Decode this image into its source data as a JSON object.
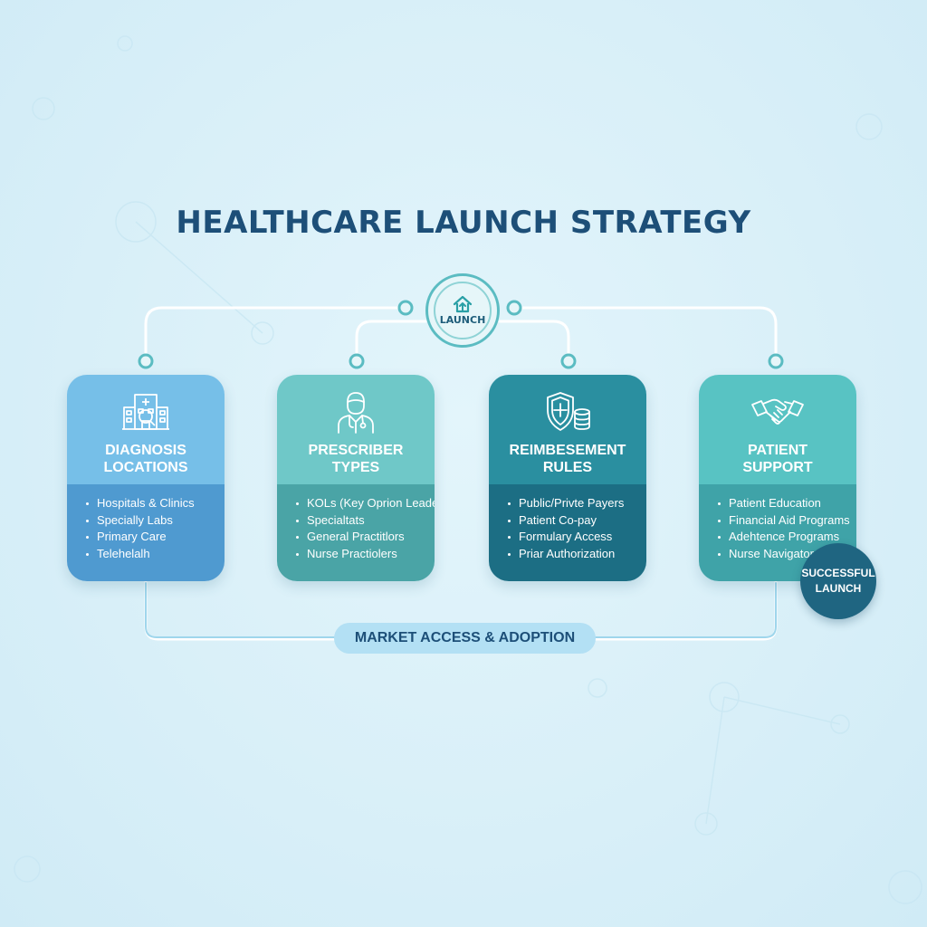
{
  "title": "HEALTHCARE LAUNCH STRATEGY",
  "hub": {
    "label": "LAUNCH",
    "icon": "house-arrow-icon"
  },
  "cards": [
    {
      "title_line1": "DIAGNOSIS",
      "title_line2": "LOCATIONS",
      "icon": "hospital-icon",
      "items": [
        "Hospitals & Clinics",
        "Specially Labs",
        "Primary Care",
        "Telehelalh"
      ]
    },
    {
      "title_line1": "PRESCRIBER",
      "title_line2": "TYPES",
      "icon": "doctor-icon",
      "items": [
        "KOLs (Key Oprion Leaders",
        "Specialtats",
        "General Practitlors",
        "Nurse Practiolers"
      ]
    },
    {
      "title_line1": "REIMBESEMENT",
      "title_line2": "RULES",
      "icon": "shield-coins-icon",
      "items": [
        "Public/Privte Payers",
        "Patient Co-pay",
        "Formulary Access",
        "Priar Authorization"
      ]
    },
    {
      "title_line1": "PATIENT",
      "title_line2": "SUPPORT",
      "icon": "handshake-icon",
      "items": [
        "Patient Education",
        "Financial Aid Programs",
        "Adehtence Programs",
        "Nurse Navigators"
      ]
    }
  ],
  "success_badge": {
    "line1": "SUCCESSFUL",
    "line2": "LAUNCH"
  },
  "bottom_pill": "MARKET ACCESS & ADOPTION",
  "colors": {
    "title": "#1d4f78",
    "connector": "#ffffff",
    "node": "#5bbcc2",
    "card1": "#76bfe8",
    "card2": "#6fc8c8",
    "card3": "#2a8fa0",
    "card4": "#58c3c3",
    "badge": "#1f6581",
    "pill": "#b3e0f4"
  }
}
